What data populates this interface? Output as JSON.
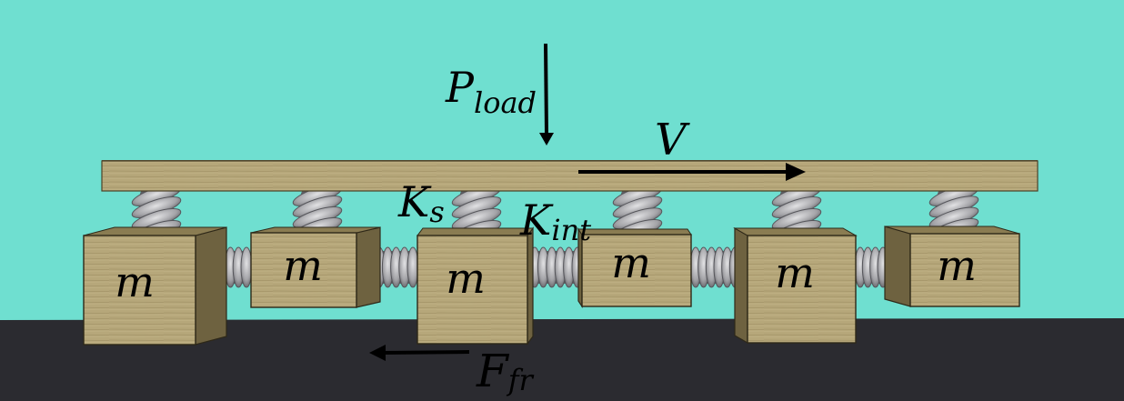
{
  "colors": {
    "sky": "#6fdfd0",
    "ground": "#2b2b30",
    "wood_front": "#b6a77a",
    "wood_side": "#6e6240",
    "spring": "#9a9a9e",
    "arrow": "#000000"
  },
  "labels": {
    "load_main": "P",
    "load_sub": "load",
    "velocity": "V",
    "shear_spring_main": "K",
    "shear_spring_sub": "s",
    "interaction_spring_main": "K",
    "interaction_spring_sub": "int",
    "friction_main": "F",
    "friction_sub": "fr"
  },
  "blocks": [
    {
      "label": "m"
    },
    {
      "label": "m"
    },
    {
      "label": "m"
    },
    {
      "label": "m"
    },
    {
      "label": "m"
    },
    {
      "label": "m"
    }
  ]
}
